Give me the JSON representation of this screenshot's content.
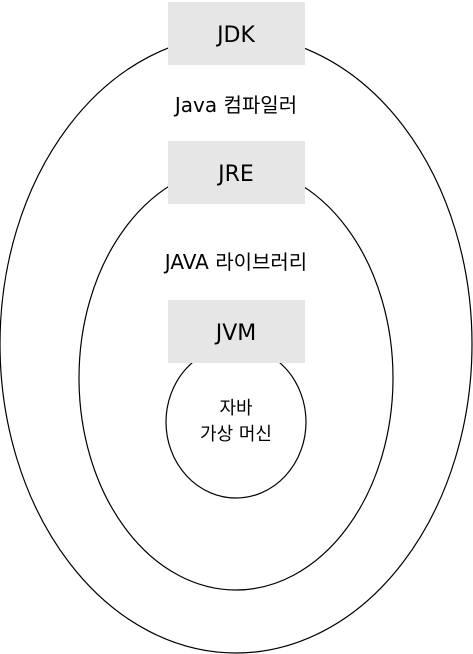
{
  "jdk": {
    "label": "JDK",
    "description": "Java 컴파일러"
  },
  "jre": {
    "label": "JRE",
    "description": "JAVA 라이브러리"
  },
  "jvm": {
    "label": "JVM",
    "description_line1": "자바",
    "description_line2": "가상 머신"
  }
}
